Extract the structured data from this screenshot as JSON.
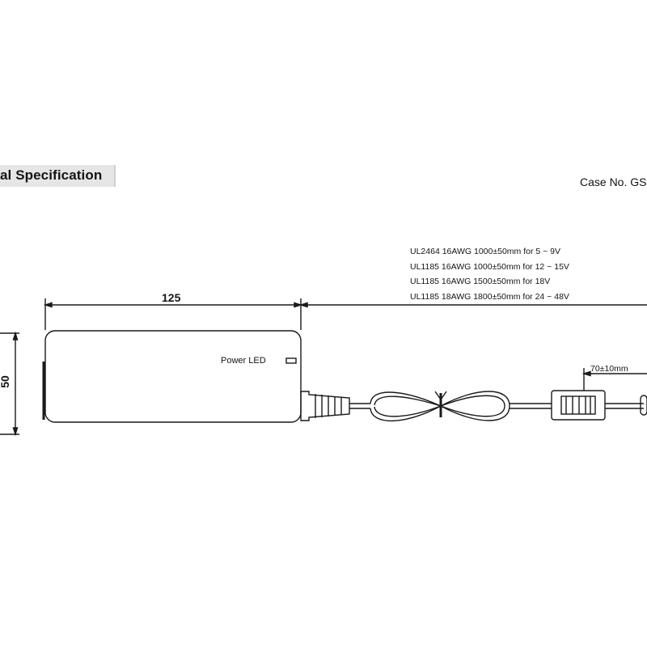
{
  "heading": {
    "title": "al Specification"
  },
  "case": {
    "label": "Case No. GS"
  },
  "cable_specs": [
    "UL2464 16AWG 1000±50mm for 5 ~ 9V",
    "UL1185 16AWG 1000±50mm for 12 ~ 15V",
    "UL1185 16AWG 1500±50mm for 18V",
    "UL1185 18AWG 1800±50mm for 24 ~ 48V"
  ],
  "dimensions": {
    "length": "125",
    "height": "50",
    "core_offset": "70±10mm"
  },
  "labels": {
    "power_led": "Power LED"
  }
}
